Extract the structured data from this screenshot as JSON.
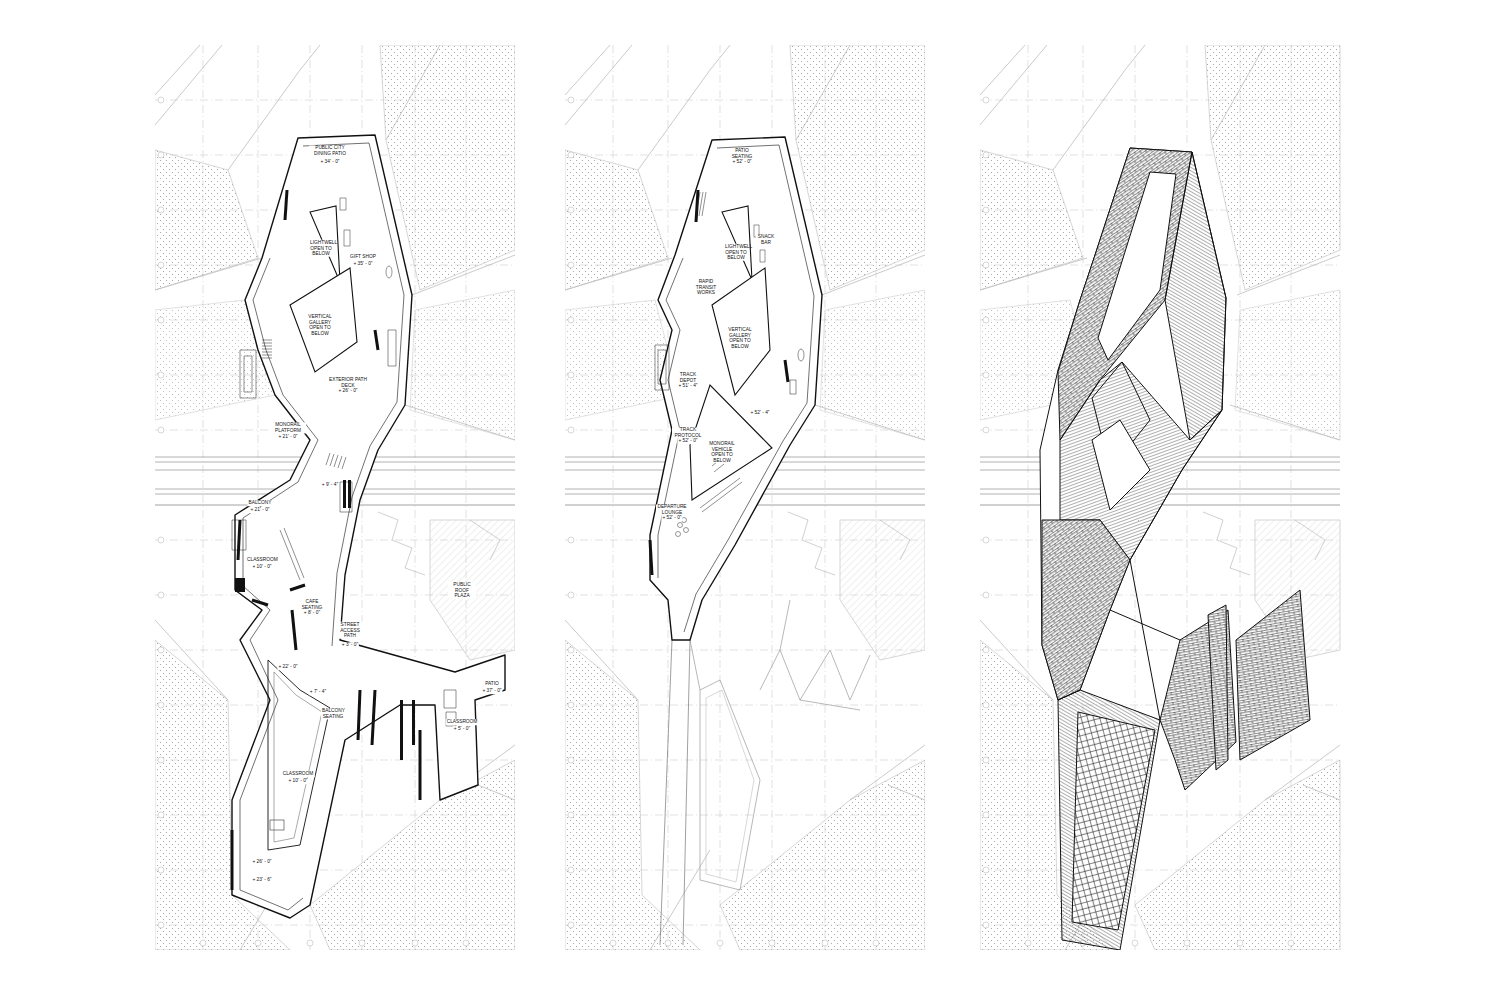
{
  "diagram": {
    "labels": [
      "PUBLIC CITY DINING PATIO",
      "+ 34' - 0\"",
      "LIGHTWELL OPEN TO BELOW",
      "GIFT SHOP",
      "+ 35' - 0\"",
      "VERTICAL GALLERY OPEN TO BELOW",
      "EXTERIOR PATH DECK",
      "+ 26' - 0\"",
      "MONORAIL PLATFORM",
      "+ 21' - 0\"",
      "BALCONY",
      "+ 21' - 0\"",
      "+ 9' - 4\"",
      "CLASSROOM",
      "+ 10' - 0\"",
      "CAFE SEATING",
      "+ 8' - 0\"",
      "STREET ACCESS PATH",
      "+ 3' - 0\"",
      "PUBLIC ROOF PLAZA",
      "+ 22' - 0\"",
      "+ 7' - 4\"",
      "BALCONY SEATING",
      "CLASSROOM",
      "+ 5' - 0\"",
      "PATIO",
      "+ 37' - 0\"",
      "CLASSROOM",
      "+ 10' - 0\"",
      "+ 26' - 0\"",
      "+ 23' - 6\"",
      "PATIO SEATING",
      "+ 52' - 0\"",
      "LIGHTWELL OPEN TO BELOW",
      "SNACK BAR",
      "RAPID TRANSIT WORKS",
      "VERTICAL GALLERY OPEN TO BELOW",
      "TRACK DEPOT",
      "+ 51' - 4\"",
      "TRACK PROTOCOL",
      "+ 52' - 0\"",
      "MONORAIL VEHICLE OPEN TO BELOW",
      "+ 52' - 4\"",
      "DEPARTURE LOUNGE",
      "+ 52' - 0\""
    ]
  }
}
